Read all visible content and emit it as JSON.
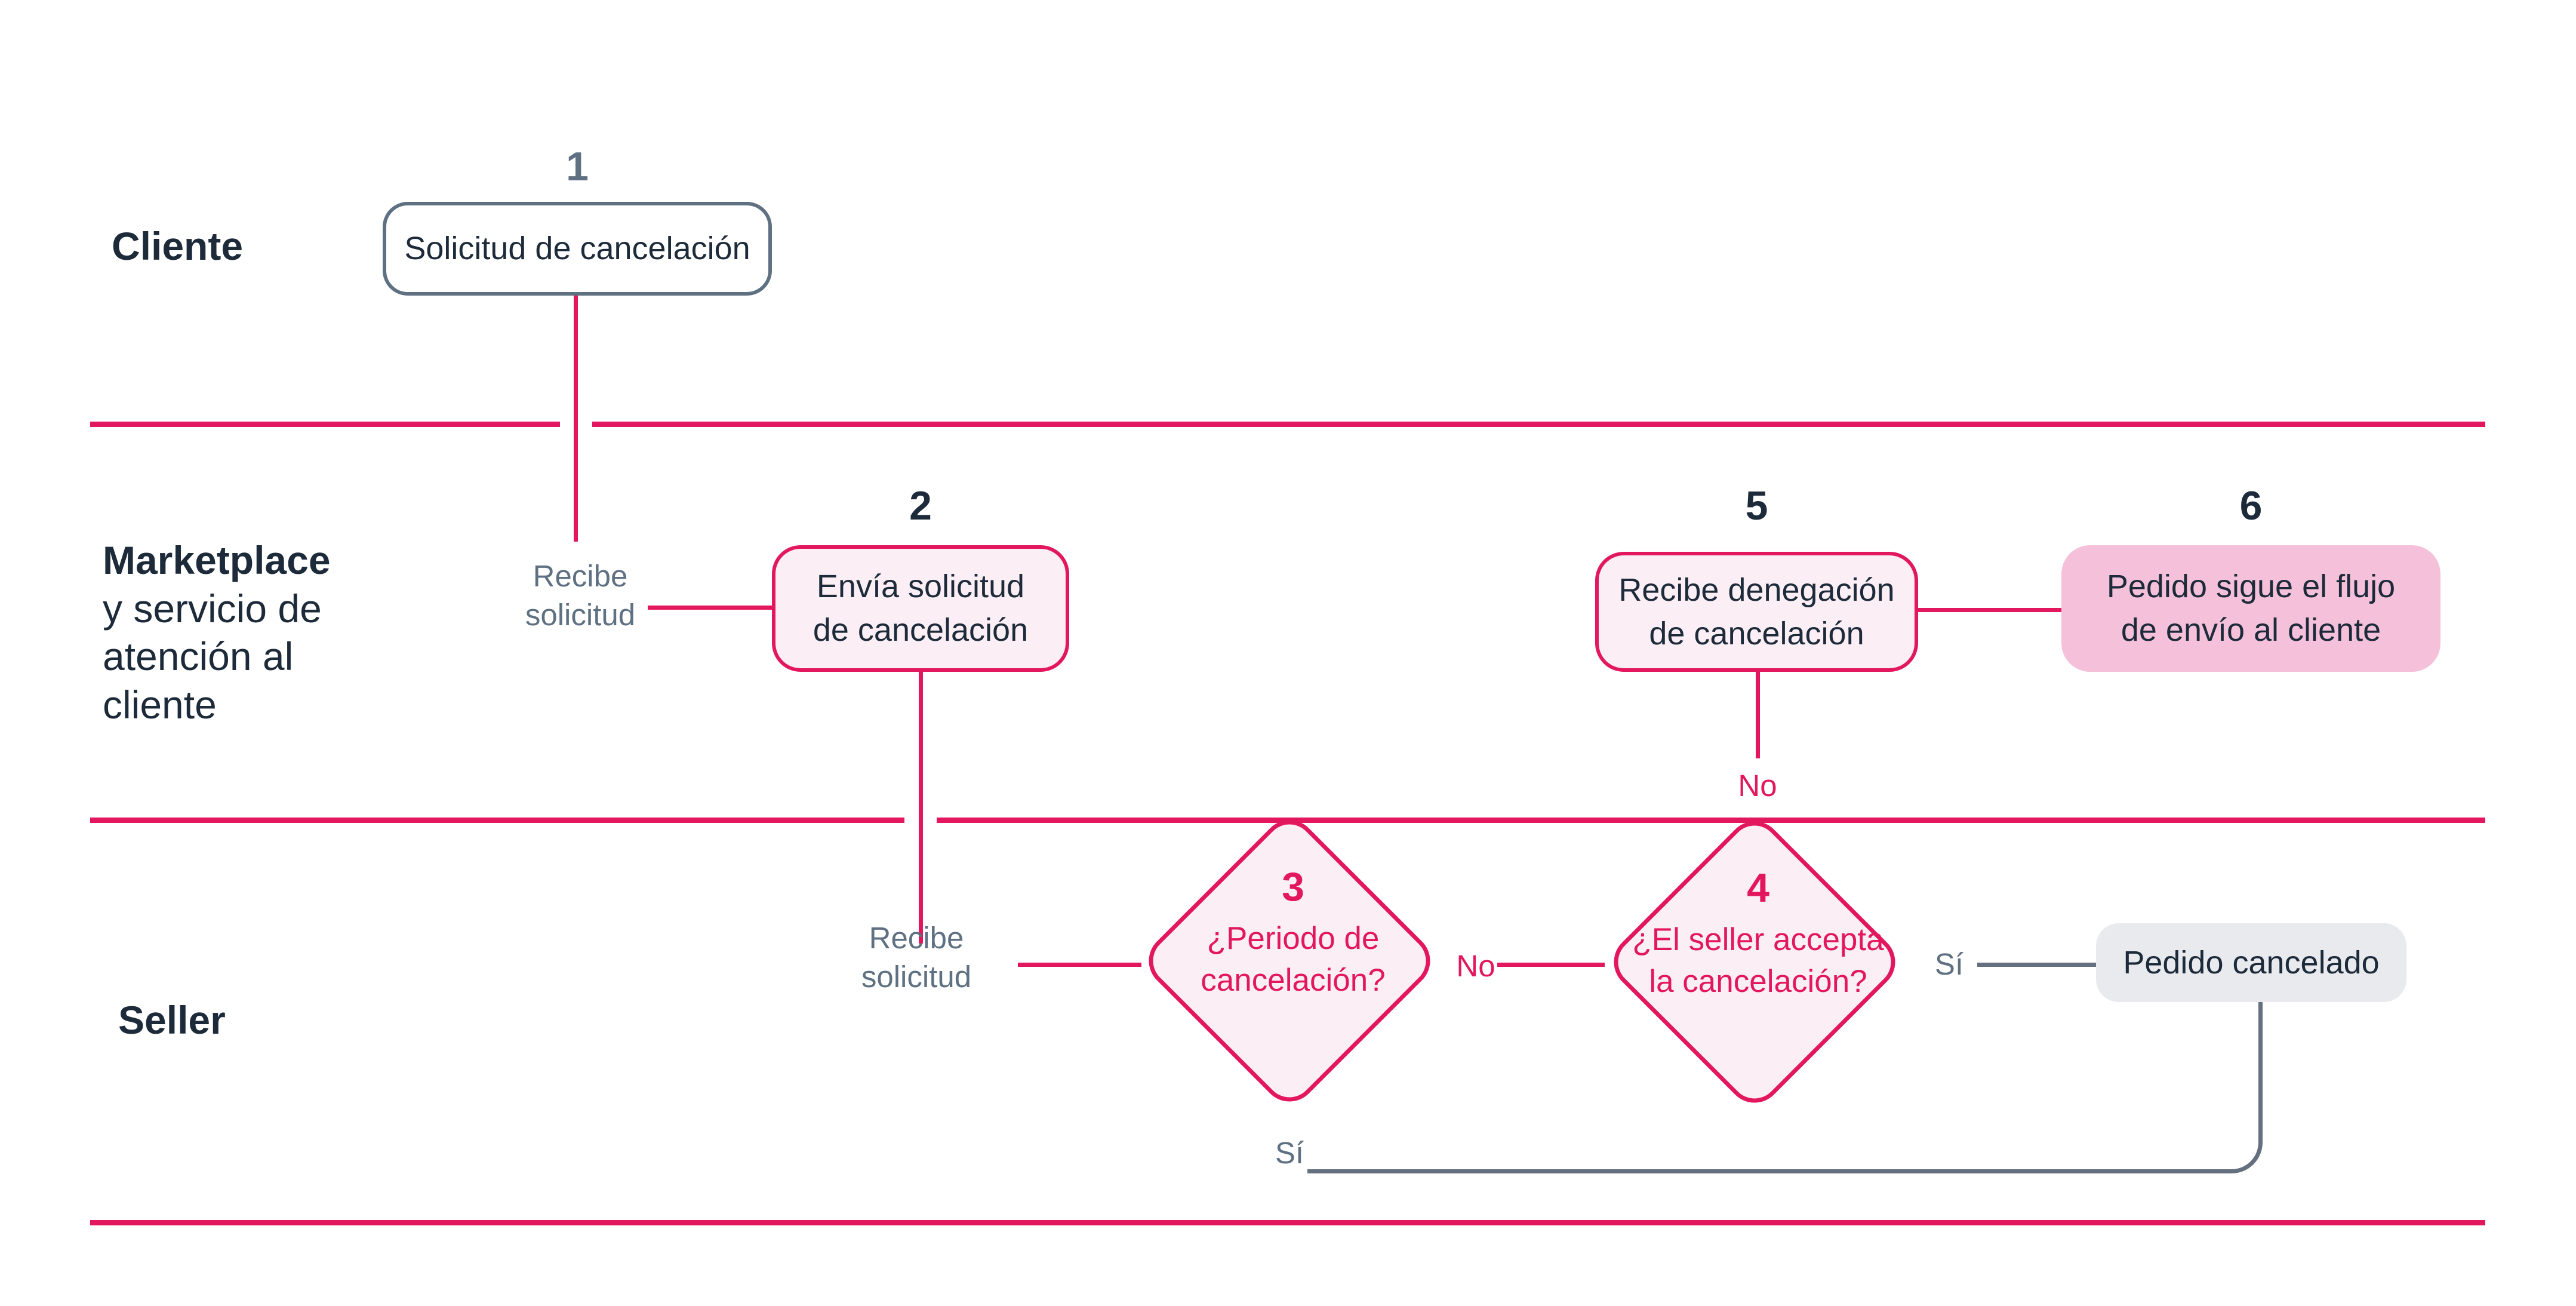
{
  "colors": {
    "pink": "#E2175D",
    "pink-light": "#FBEEF4",
    "pink-medium": "#F5C1DA",
    "navy": "#1C2A39",
    "slate": "#5E7081",
    "slate-line": "#64707F",
    "gray-fill": "#E8EAEE"
  },
  "lanes": {
    "cliente": {
      "title": "Cliente"
    },
    "marketplace": {
      "title": "Marketplace",
      "subtitle": "y servicio de\natención al\ncliente"
    },
    "seller": {
      "title": "Seller"
    }
  },
  "nodes": {
    "n1": {
      "number": "1",
      "text": "Solicitud de cancelación"
    },
    "n2": {
      "number": "2",
      "text": "Envía solicitud\nde cancelación"
    },
    "n3": {
      "number": "3",
      "text": "¿Periodo de\ncancelación?"
    },
    "n4": {
      "number": "4",
      "text": "¿El seller accepta\nla cancelación?"
    },
    "n5": {
      "number": "5",
      "text": "Recibe denegación\nde cancelación"
    },
    "n6": {
      "number": "6",
      "text": "Pedido sigue el flujo\nde envío al cliente"
    },
    "n7": {
      "text": "Pedido cancelado"
    }
  },
  "edge_labels": {
    "recibe_1": "Recibe\nsolicitud",
    "recibe_2": "Recibe\nsolicitud",
    "no_decision": "No",
    "no_denial": "No",
    "si_accept": "Sí",
    "si_period": "Sí"
  }
}
